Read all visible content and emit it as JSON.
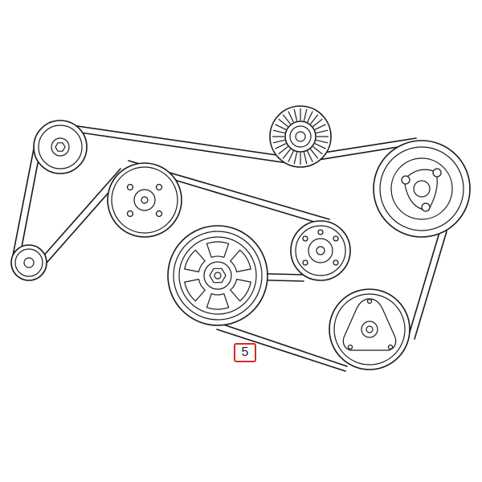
{
  "callout": {
    "label": "5",
    "border_color": "#d62b1e"
  },
  "line_color": "#1a1a1a",
  "background": "#ffffff",
  "pulleys": [
    {
      "name": "idler-upper-left",
      "kind": "idler"
    },
    {
      "name": "idler-lower-left",
      "kind": "idler"
    },
    {
      "name": "power-steering-pulley",
      "kind": "accessory"
    },
    {
      "name": "tensioner-pulley",
      "kind": "grooved-idler"
    },
    {
      "name": "alternator-pulley",
      "kind": "accessory"
    },
    {
      "name": "crankshaft-pulley",
      "kind": "crank"
    },
    {
      "name": "water-pump-pulley",
      "kind": "accessory"
    },
    {
      "name": "ac-compressor-pulley",
      "kind": "accessory"
    }
  ]
}
